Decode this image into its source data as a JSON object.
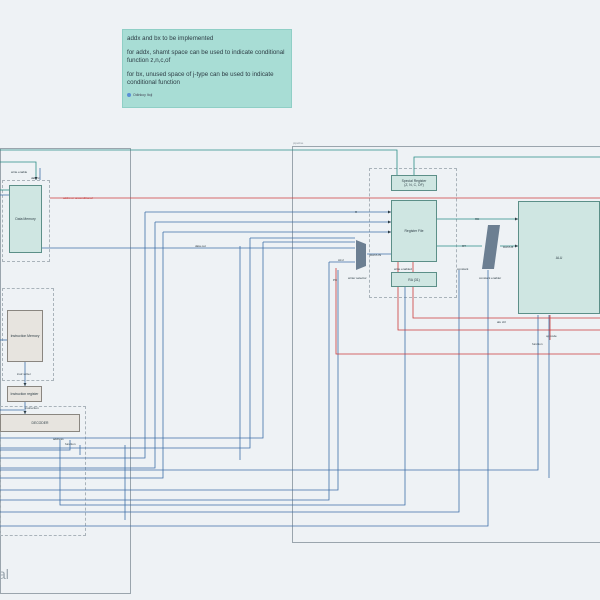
{
  "note": {
    "line1": "addx and bx to be implemented",
    "line2": "for addx, shamt space can be used to indicate conditional function z,n,c,of",
    "line3": "for bx, unused space of j-type can be used to indicate conditional function",
    "author": "Odinkoy Itoji"
  },
  "blocks": {
    "data_memory": "Data Memory",
    "instruction_memory": "Instruction Memory",
    "instruction_register": "Instruction register",
    "decoder": "DECODER",
    "special_register": "Special Register\n(Z, N, C, OF)",
    "register_file": "Register File",
    "ra_register": "RA (31)",
    "alu": "ALU"
  },
  "labels": {
    "write_enable": "write enable",
    "data_in": "data in",
    "data_out": "data out",
    "instr_writer": "instr writer",
    "instruction": "instruction",
    "address": "address",
    "function": "function",
    "addrs_or_unconditional": "addrs or unconditional",
    "data_in_dx": "DATA IN",
    "data_b": "DATA B",
    "rd1": "RD",
    "rt": "RT",
    "write_enabled": "write enabled",
    "constant": "constant",
    "constant_enabler": "constant enabler",
    "writer_selector": "writer selector",
    "alu_ctrl": "alu ctrl",
    "function2": "function",
    "op_code": "op code",
    "rs": "R",
    "alu_lbl": "ALU",
    "pc_lbl": "PC",
    "cpu_area": "pipeline",
    "brand": "al"
  },
  "colors": {
    "teal_line": "#2a8c86",
    "blue_line": "#3e6fa8",
    "red_line": "#cc3b3b",
    "mux": "#6c7f92"
  }
}
